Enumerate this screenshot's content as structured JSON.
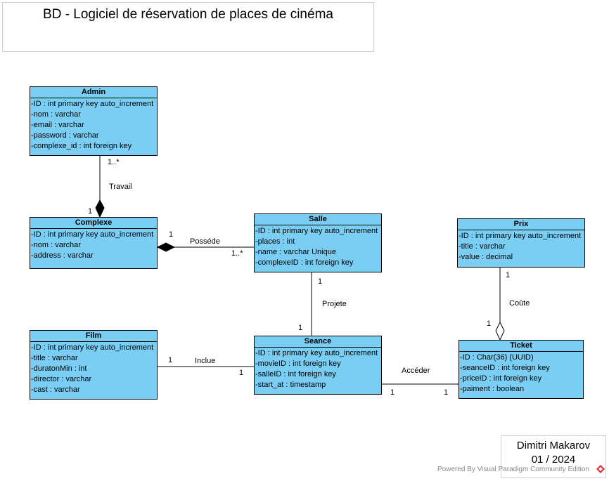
{
  "title": "BD - Logiciel de réservation de places de cinéma",
  "classes": {
    "admin": {
      "name": "Admin",
      "attributes": [
        "-ID : int primary key auto_increment",
        "-nom : varchar",
        "-email : varchar",
        "-password : varchar",
        "-complexe_id : int foreign key"
      ]
    },
    "complexe": {
      "name": "Complexe",
      "attributes": [
        "-ID : int primary key auto_increment",
        "-nom : varchar",
        "-address : varchar"
      ]
    },
    "salle": {
      "name": "Salle",
      "attributes": [
        "-ID : int primary key auto_increment",
        "-places : int",
        "-name : varchar Unique",
        "-complexeID : int foreign key"
      ]
    },
    "prix": {
      "name": "Prix",
      "attributes": [
        "-ID : int primary key auto_increment",
        "-title : varchar",
        "-value : decimal"
      ]
    },
    "film": {
      "name": "Film",
      "attributes": [
        "-ID : int primary key auto_increment",
        "-title : varchar",
        "-duratonMin : int",
        "-director : varchar",
        "-cast : varchar"
      ]
    },
    "seance": {
      "name": "Seance",
      "attributes": [
        "-ID : int primary key auto_increment",
        "-movieID : int foreign key",
        "-salleID : int foreign key",
        "-start_at : timestamp"
      ]
    },
    "ticket": {
      "name": "Ticket",
      "attributes": [
        "-ID : Char(36) (UUID)",
        "-seanceID : int foreign key",
        "-priceID : int foreign key",
        "-paiment : boolean"
      ]
    }
  },
  "associations": {
    "travail": {
      "name": "Travail",
      "end_a": "1..*",
      "end_b": "1"
    },
    "possede": {
      "name": "Posséde",
      "end_a": "1",
      "end_b": "1..*"
    },
    "projete": {
      "name": "Projete",
      "end_a": "1",
      "end_b": "1"
    },
    "coute": {
      "name": "Coûte",
      "end_a": "1",
      "end_b": "1"
    },
    "inclue": {
      "name": "Inclue",
      "end_a": "1",
      "end_b": "1"
    },
    "acceder": {
      "name": "Accéder",
      "end_a": "1",
      "end_b": "1"
    }
  },
  "signature": {
    "author": "Dimitri Makarov",
    "date": "01 / 2024"
  },
  "footer": {
    "powered_by": "Powered By  Visual Paradigm Community Edition"
  },
  "colors": {
    "class_fill": "#7acef4",
    "border": "#000000"
  }
}
